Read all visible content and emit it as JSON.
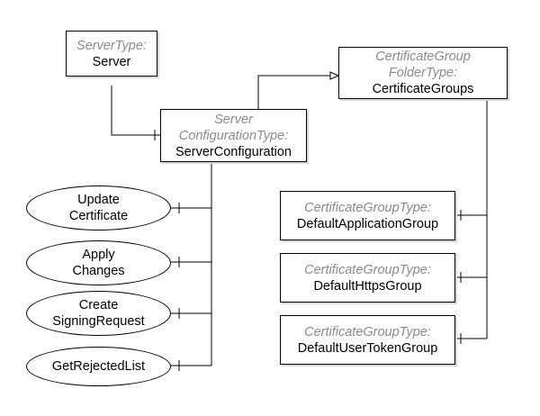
{
  "nodes": {
    "server": {
      "type": "ServerType:",
      "name": "Server"
    },
    "server_configuration": {
      "type_line1": "Server",
      "type_line2": "ConfigurationType:",
      "name": "ServerConfiguration"
    },
    "certificate_groups": {
      "type_line1": "CertificateGroup",
      "type_line2": "FolderType:",
      "name": "CertificateGroups"
    },
    "default_application_group": {
      "type": "CertificateGroupType:",
      "name": "DefaultApplicationGroup"
    },
    "default_https_group": {
      "type": "CertificateGroupType:",
      "name": "DefaultHttpsGroup"
    },
    "default_user_token_group": {
      "type": "CertificateGroupType:",
      "name": "DefaultUserTokenGroup"
    }
  },
  "methods": {
    "update_certificate": {
      "line1": "Update",
      "line2": "Certificate"
    },
    "apply_changes": {
      "line1": "Apply",
      "line2": "Changes"
    },
    "create_signing_request": {
      "line1": "Create",
      "line2": "SigningRequest"
    },
    "get_rejected_list": {
      "line1": "GetRejectedList"
    }
  },
  "colors": {
    "line": "#000000",
    "type_text": "#8a8a8a",
    "name_text": "#000000"
  }
}
